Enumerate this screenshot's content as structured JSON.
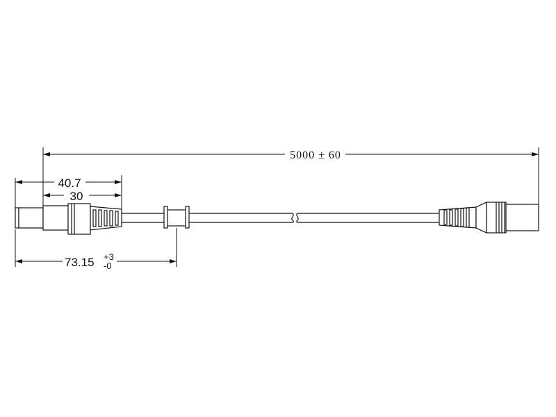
{
  "dimensions": {
    "overall_length": "5000 ± 60",
    "plug_length": "40.7",
    "housing_length": "30",
    "bead_position": "73.15",
    "bead_tolerance_upper": "+3",
    "bead_tolerance_lower": "-0"
  }
}
